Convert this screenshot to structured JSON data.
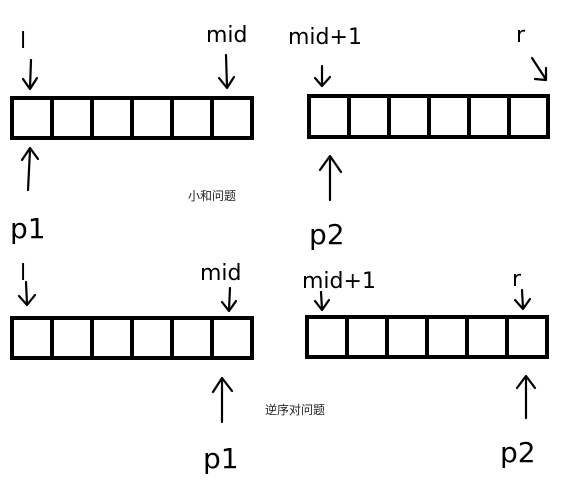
{
  "diagram": {
    "panels": [
      {
        "id": "small-sum",
        "caption": "小和问题",
        "left_array": {
          "cells": 6,
          "labels": {
            "start": "l",
            "end": "mid"
          },
          "pointer": "p1",
          "pointer_at": "start"
        },
        "right_array": {
          "cells": 6,
          "labels": {
            "start": "mid+1",
            "end": "r"
          },
          "pointer": "p2",
          "pointer_at": "start"
        }
      },
      {
        "id": "reverse-pairs",
        "caption": "逆序对问题",
        "left_array": {
          "cells": 6,
          "labels": {
            "start": "l",
            "end": "mid"
          },
          "pointer": "p1",
          "pointer_at": "end"
        },
        "right_array": {
          "cells": 6,
          "labels": {
            "start": "mid+1",
            "end": "r"
          },
          "pointer": "p2",
          "pointer_at": "end"
        }
      }
    ]
  }
}
